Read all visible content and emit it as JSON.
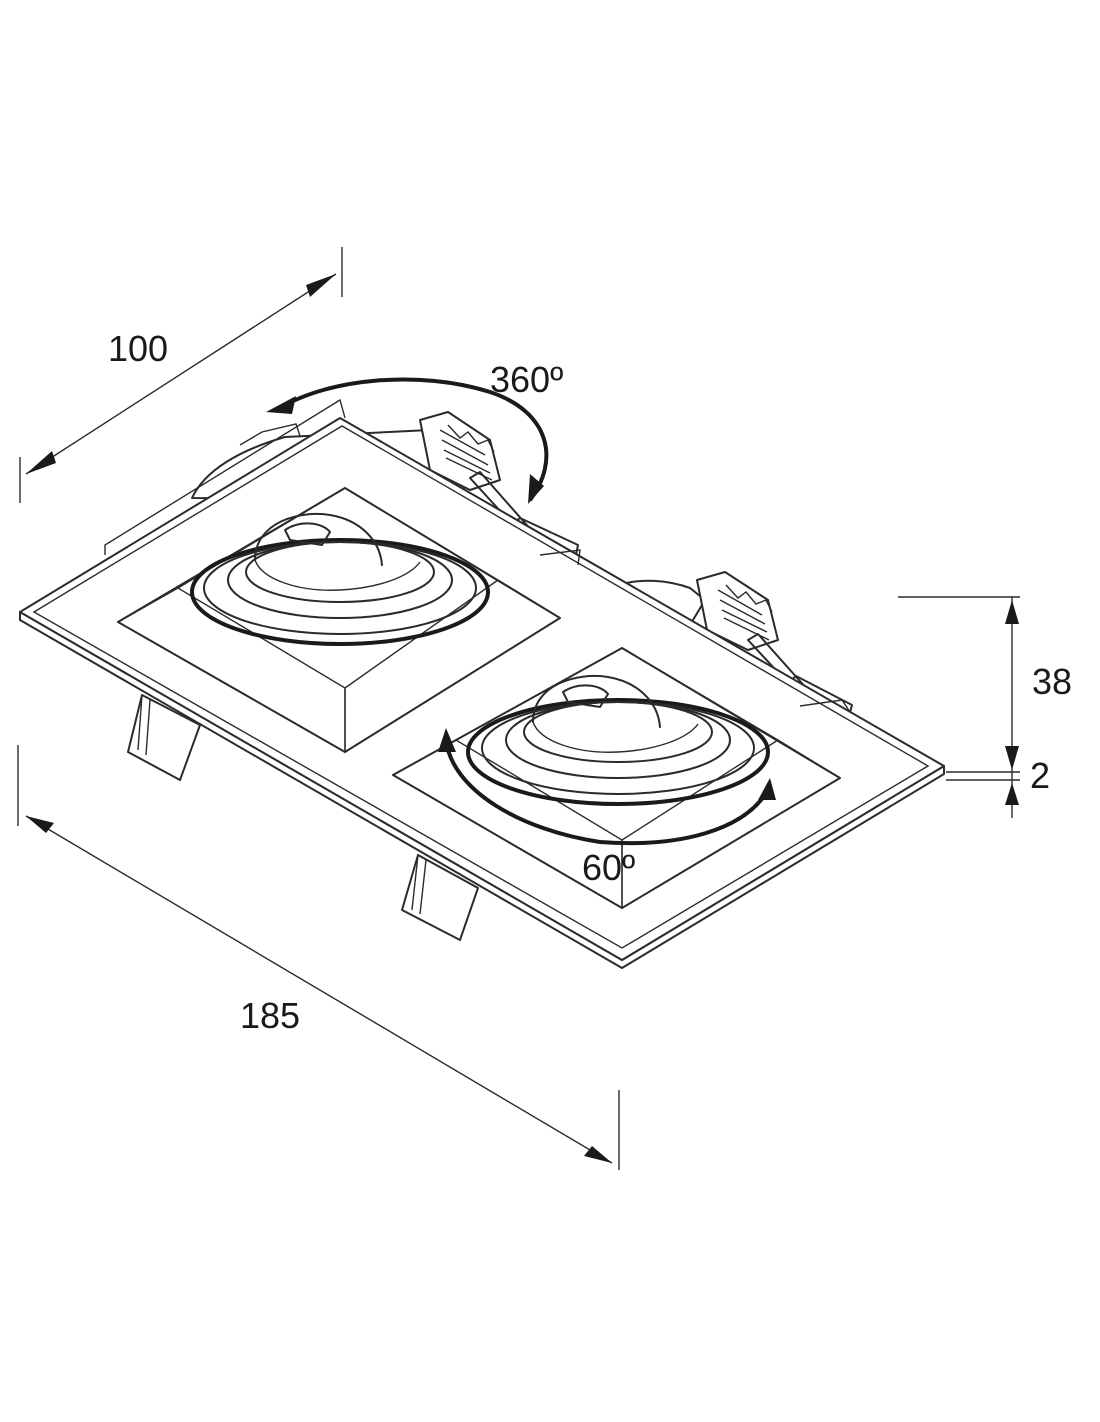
{
  "dimensions": {
    "depth": "100",
    "length": "185",
    "height": "38",
    "frame_thickness": "2"
  },
  "rotation": {
    "horizontal": "360º",
    "tilt": "60º"
  }
}
